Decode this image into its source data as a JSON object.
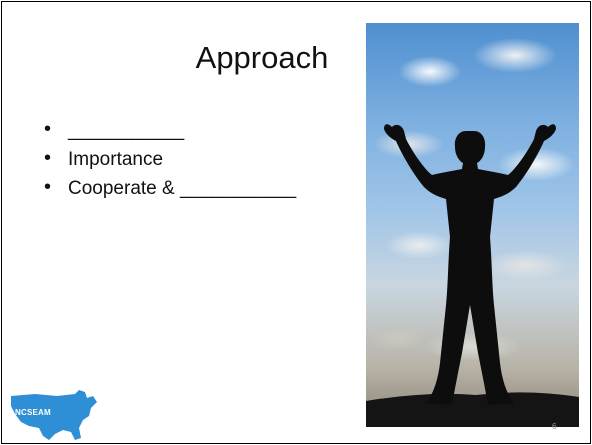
{
  "slide": {
    "title": "Approach",
    "bullets": [
      {
        "text": "___________"
      },
      {
        "text": "Importance"
      },
      {
        "text": "Cooperate & ___________"
      }
    ],
    "bullet_symbol": "•",
    "page_number": "6",
    "logo_text": "NCSEAM",
    "photo": {
      "subject": "man silhouette with raised arms against cloudy sky",
      "icon": "person-silhouette-icon"
    },
    "colors": {
      "logo_blue": "#2e8fd6",
      "text": "#111111"
    }
  }
}
